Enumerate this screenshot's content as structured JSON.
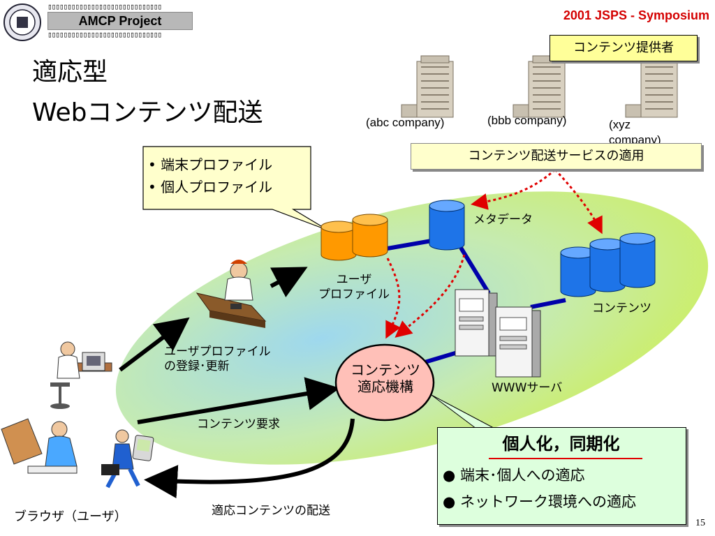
{
  "header": {
    "chars_line": "▯▯▯▯▯▯▯▯▯▯▯▯▯▯▯▯▯▯▯▯▯▯▯▯▯▯▯▯▯",
    "project": "AMCP Project",
    "symposium": "2001 JSPS - Symposium"
  },
  "title": {
    "line1": "適応型",
    "line2": "Webコンテンツ配送"
  },
  "providers": {
    "label": "コンテンツ提供者",
    "companies": [
      "(abc company)",
      "(bbb company)",
      "(xyz company)"
    ]
  },
  "service_label": "コンテンツ配送サービスの適用",
  "callout": {
    "items": [
      "• 端末プロファイル",
      "• 個人プロファイル"
    ]
  },
  "labels": {
    "metadata": "メタデータ",
    "user_profile": [
      "ユーザ",
      "プロファイル"
    ],
    "contents": "コンテンツ",
    "www_server": "WWWサーバ",
    "registration": [
      "ユーザプロファイル",
      "の登録･更新"
    ],
    "request": "コンテンツ要求",
    "delivery": "適応コンテンツの配送",
    "browser": "ブラウザ（ユーザ）"
  },
  "adapt": {
    "line1": "コンテンツ",
    "line2": "適応機構"
  },
  "personalize": {
    "title": "個人化，同期化",
    "items": [
      "● 端末･個人への適応",
      "● ネットワーク環境への適応"
    ]
  },
  "page_number": "15",
  "colors": {
    "accent_red": "#d40000",
    "db_orange": "#ff9900",
    "db_blue": "#1e74e8",
    "link_blue": "#0000aa",
    "ellipse_green": "#ccee66"
  }
}
